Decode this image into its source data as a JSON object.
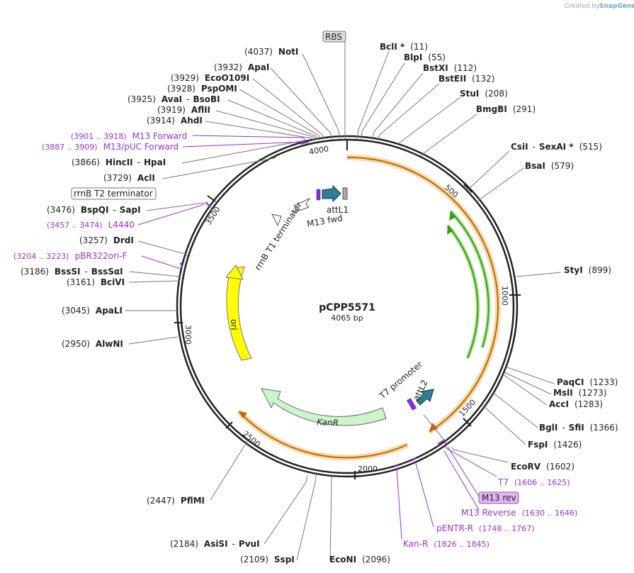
{
  "watermark": {
    "text": "Created by",
    "brand": "SnapGene"
  },
  "plasmid": {
    "name": "pCPP5571",
    "size": "4065 bp"
  },
  "ticks": [
    "500",
    "1000",
    "1500",
    "2000",
    "2500",
    "3000",
    "3500",
    "4000"
  ],
  "enzymes": [
    {
      "pos": "(4037)",
      "name": "NotI"
    },
    {
      "pos": "(3932)",
      "name": "ApaI"
    },
    {
      "pos": "(3929)",
      "name": "EcoO109I"
    },
    {
      "pos": "(3928)",
      "name": "PspOMI"
    },
    {
      "pos": "(3925)",
      "name": "AvaI",
      "name2": "BsoBI"
    },
    {
      "pos": "(3919)",
      "name": "AflII"
    },
    {
      "pos": "(3914)",
      "name": "AhdI"
    },
    {
      "pos": "(3866)",
      "name": "HincII",
      "name2": "HpaI"
    },
    {
      "pos": "(3729)",
      "name": "AclI"
    },
    {
      "pos": "(3476)",
      "name": "BspQI",
      "name2": "SapI"
    },
    {
      "pos": "(3257)",
      "name": "DrdI"
    },
    {
      "pos": "(3186)",
      "name": "BssSI",
      "name2": "BssSαI"
    },
    {
      "pos": "(3161)",
      "name": "BciVI"
    },
    {
      "pos": "(3045)",
      "name": "ApaLI"
    },
    {
      "pos": "(2950)",
      "name": "AlwNI"
    },
    {
      "pos": "(2447)",
      "name": "PflMI"
    },
    {
      "pos": "(2184)",
      "name": "AsiSI",
      "name2": "PvuI"
    },
    {
      "pos": "(2109)",
      "name": "SspI"
    },
    {
      "name": "BclI *",
      "pos": "(11)"
    },
    {
      "name": "BlpI",
      "pos": "(55)"
    },
    {
      "name": "BstXI",
      "pos": "(112)"
    },
    {
      "name": "BstEII",
      "pos": "(132)"
    },
    {
      "name": "StuI",
      "pos": "(208)"
    },
    {
      "name": "BmgBI",
      "pos": "(291)"
    },
    {
      "name": "CsiI",
      "name2": "SexAI *",
      "pos": "(515)"
    },
    {
      "name": "BsaI",
      "pos": "(579)"
    },
    {
      "name": "StyI",
      "pos": "(899)"
    },
    {
      "name": "PaqCI",
      "pos": "(1233)"
    },
    {
      "name": "MslI",
      "pos": "(1273)"
    },
    {
      "name": "AccI",
      "pos": "(1283)"
    },
    {
      "name": "BglI",
      "name2": "SfiI",
      "pos": "(1366)"
    },
    {
      "name": "FspI",
      "pos": "(1426)"
    },
    {
      "name": "EcoRV",
      "pos": "(1602)"
    },
    {
      "name": "EcoNI",
      "pos": "(2096)"
    }
  ],
  "primers": [
    {
      "range": "(3901 .. 3918)",
      "name": "M13 Forward"
    },
    {
      "range": "(3887 .. 3909)",
      "name": "M13/pUC Forward"
    },
    {
      "range": "(3457 .. 3474)",
      "name": "L4440"
    },
    {
      "range": "(3204 .. 3223)",
      "name": "pBR322ori-F"
    },
    {
      "name": "T7",
      "range": "(1606 .. 1625)"
    },
    {
      "name": "M13 Reverse",
      "range": "(1630 .. 1646)"
    },
    {
      "name": "pENTR-R",
      "range": "(1748 .. 1767)"
    },
    {
      "name": "Kan-R",
      "range": "(1826 .. 1845)"
    }
  ],
  "features": {
    "rbs": "RBS",
    "rrnb_t2": "rrnB T2 terminator",
    "rrnb_t1": "rrnB T1 terminator",
    "m13_fwd": "M13 fwd",
    "attl1": "attL1",
    "attl2": "attL2",
    "t7_promoter": "T7 promoter",
    "m13_rev": "M13 rev",
    "ori": "ori",
    "kanr": "KanR"
  },
  "colors": {
    "primer": "#9b30d9",
    "ori": "#ffff00",
    "kanr": "#ccf5cc",
    "orange": "#f5a623",
    "green": "#3a9a1a",
    "teal": "#2e7f95",
    "backbone": "#222222"
  }
}
